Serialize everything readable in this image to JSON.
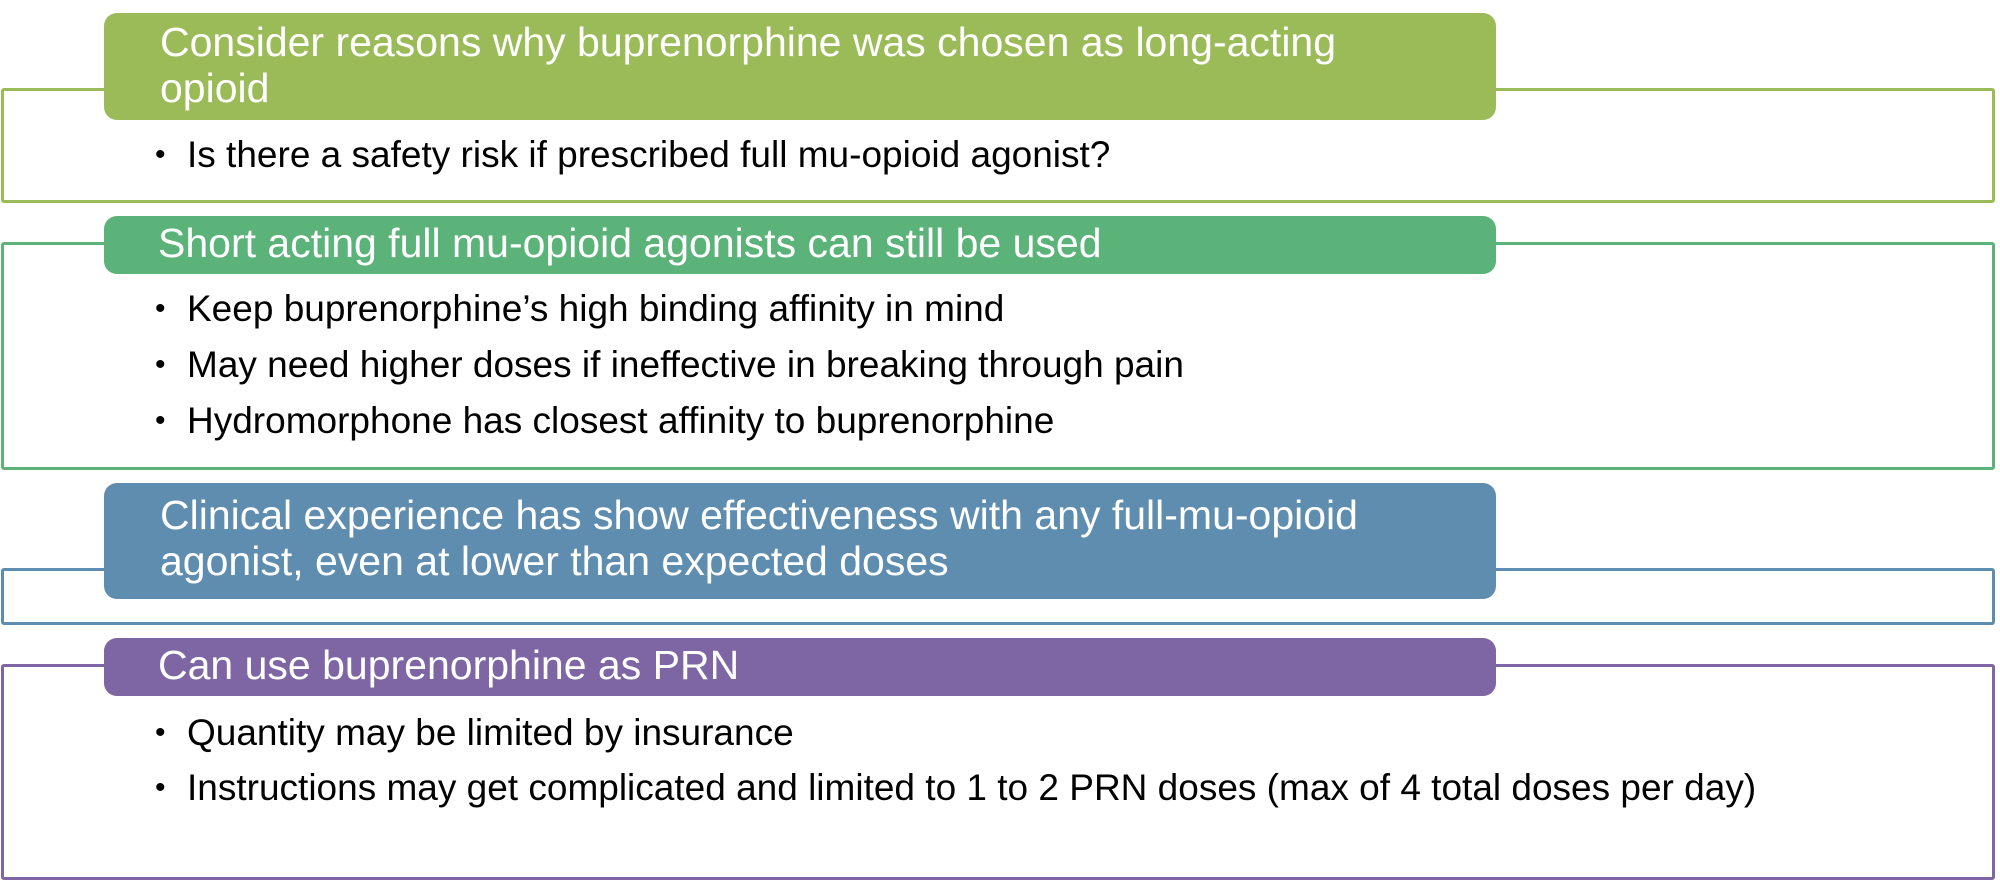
{
  "colors": {
    "green_lime": "#9bbb59",
    "green_teal": "#5bb37a",
    "blue_steel": "#5f8db0",
    "purple": "#7e65a3",
    "bullet_text": "#000000",
    "header_text": "#ffffff"
  },
  "blocks": [
    {
      "header": "Consider reasons why buprenorphine was chosen as long-acting opioid",
      "color": "green_lime",
      "bullets": [
        "Is there a safety risk if prescribed full mu-opioid agonist?"
      ]
    },
    {
      "header": "Short acting full mu-opioid agonists can still be used",
      "color": "green_teal",
      "bullets": [
        "Keep buprenorphine’s high binding affinity in mind",
        "May need higher doses if ineffective in breaking through pain",
        "Hydromorphone has closest affinity to buprenorphine"
      ]
    },
    {
      "header": "Clinical experience has show effectiveness with any full-mu-opioid agonist, even at lower than expected doses",
      "color": "blue_steel",
      "bullets": []
    },
    {
      "header": "Can use buprenorphine as PRN",
      "color": "purple",
      "bullets": [
        "Quantity may be limited by insurance",
        "Instructions may get complicated and limited to 1 to 2 PRN doses (max of 4 total doses per day)"
      ]
    }
  ]
}
